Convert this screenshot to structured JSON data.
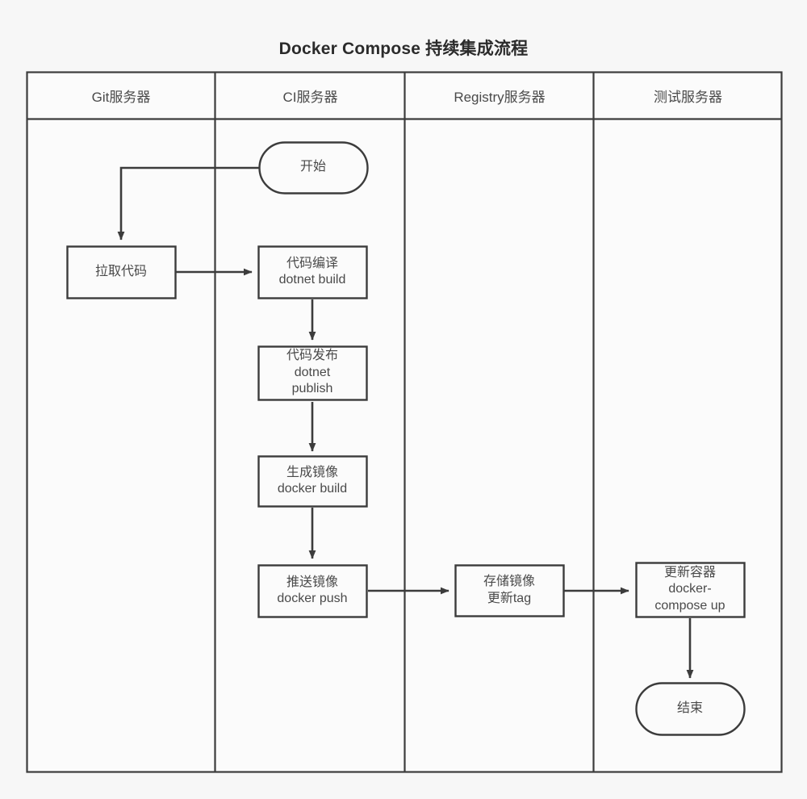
{
  "title": "Docker Compose 持续集成流程",
  "colors": {
    "background": "#f7f7f7",
    "stroke": "#3c3c3c",
    "node_fill": "#fbfbfb",
    "text": "#4a4a4a",
    "title_text": "#2b2b2b"
  },
  "lanes": [
    {
      "id": "git",
      "label": "Git服务器"
    },
    {
      "id": "ci",
      "label": "CI服务器"
    },
    {
      "id": "registry",
      "label": "Registry服务器"
    },
    {
      "id": "test",
      "label": "测试服务器"
    }
  ],
  "nodes": [
    {
      "id": "start",
      "lane": "ci",
      "shape": "stadium",
      "label": "开始"
    },
    {
      "id": "pull-code",
      "lane": "git",
      "shape": "rectangle",
      "label": "拉取代码"
    },
    {
      "id": "build",
      "lane": "ci",
      "shape": "rectangle",
      "label": "代码编译\ndotnet build"
    },
    {
      "id": "publish",
      "lane": "ci",
      "shape": "rectangle",
      "label": "代码发布\ndotnet\npublish"
    },
    {
      "id": "docker-build",
      "lane": "ci",
      "shape": "rectangle",
      "label": "生成镜像\ndocker build"
    },
    {
      "id": "docker-push",
      "lane": "ci",
      "shape": "rectangle",
      "label": "推送镜像\ndocker push"
    },
    {
      "id": "store-image",
      "lane": "registry",
      "shape": "rectangle",
      "label": "存储镜像\n更新tag"
    },
    {
      "id": "update-container",
      "lane": "test",
      "shape": "rectangle",
      "label": "更新容器\ndocker-\ncompose up"
    },
    {
      "id": "end",
      "lane": "test",
      "shape": "stadium",
      "label": "结束"
    }
  ],
  "edges": [
    {
      "from": "start",
      "to": "pull-code",
      "label": ""
    },
    {
      "from": "pull-code",
      "to": "build",
      "label": ""
    },
    {
      "from": "build",
      "to": "publish",
      "label": ""
    },
    {
      "from": "publish",
      "to": "docker-build",
      "label": ""
    },
    {
      "from": "docker-build",
      "to": "docker-push",
      "label": ""
    },
    {
      "from": "docker-push",
      "to": "store-image",
      "label": ""
    },
    {
      "from": "store-image",
      "to": "update-container",
      "label": ""
    },
    {
      "from": "update-container",
      "to": "end",
      "label": ""
    }
  ],
  "chart_data": {
    "type": "diagram",
    "diagram_type": "swimlane-flowchart",
    "title": "Docker Compose 持续集成流程",
    "lanes": [
      "Git服务器",
      "CI服务器",
      "Registry服务器",
      "测试服务器"
    ],
    "steps": [
      {
        "lane": "CI服务器",
        "text": "开始",
        "shape": "terminator"
      },
      {
        "lane": "Git服务器",
        "text": "拉取代码",
        "shape": "process"
      },
      {
        "lane": "CI服务器",
        "text": "代码编译 dotnet build",
        "shape": "process"
      },
      {
        "lane": "CI服务器",
        "text": "代码发布 dotnet publish",
        "shape": "process"
      },
      {
        "lane": "CI服务器",
        "text": "生成镜像 docker build",
        "shape": "process"
      },
      {
        "lane": "CI服务器",
        "text": "推送镜像 docker push",
        "shape": "process"
      },
      {
        "lane": "Registry服务器",
        "text": "存储镜像 更新tag",
        "shape": "process"
      },
      {
        "lane": "测试服务器",
        "text": "更新容器 docker-compose up",
        "shape": "process"
      },
      {
        "lane": "测试服务器",
        "text": "结束",
        "shape": "terminator"
      }
    ],
    "flow": "开始 → 拉取代码 → 代码编译 → 代码发布 → 生成镜像 → 推送镜像 → 存储镜像 → 更新容器 → 结束"
  }
}
